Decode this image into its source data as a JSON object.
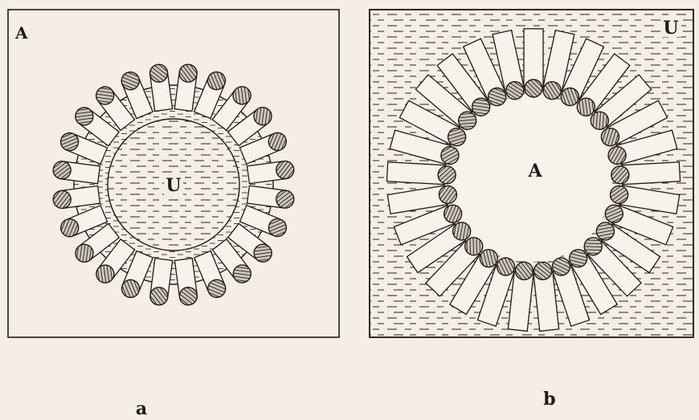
{
  "panels": [
    {
      "id": "a",
      "caption": "a",
      "corner_label": "A",
      "center_label": "U",
      "structure": "micelle",
      "molecule_count": 24,
      "head_pattern": "hatched",
      "tail_style": "rectangle"
    },
    {
      "id": "b",
      "caption": "b",
      "corner_label": "U",
      "center_label": "A",
      "structure": "reverse-micelle",
      "molecule_count": 29,
      "head_pattern": "hatched",
      "tail_style": "rectangle"
    }
  ],
  "colors": {
    "paper": "#f4eee5",
    "ink": "#1e1b18",
    "tail_fill": "#f7f2ea",
    "head_fill": "#cfc6ba",
    "dash": "#3a332c"
  }
}
